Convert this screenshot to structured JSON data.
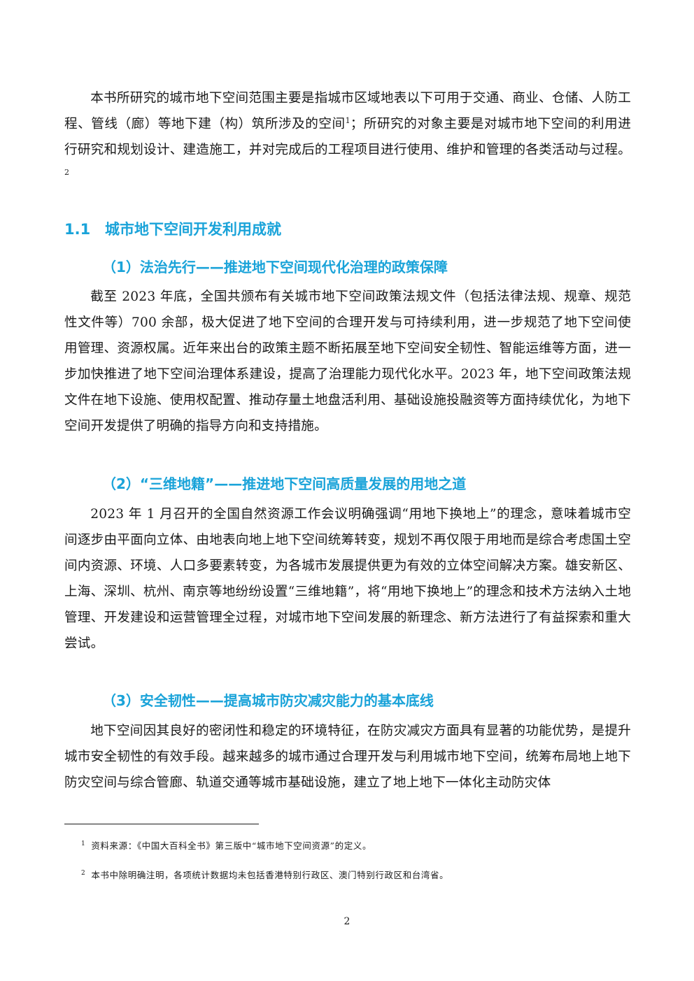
{
  "paragraphs": {
    "intro_a": "本书所研究的城市地下空间范围主要是指城市区域地表以下可用于交通、商业、仓储、人防工程、管线（廊）等地下建（构）筑所涉及的空间",
    "intro_fn1": "1",
    "intro_b": "；所研究的对象主要是对城市地下空间的利用进行研究和规划设计、建造施工，并对完成后的工程项目进行使用、维护和管理的各类活动与过程。",
    "intro_fn2": "2",
    "p1": "截至 2023 年底，全国共颁布有关城市地下空间政策法规文件（包括法律法规、规章、规范性文件等）700 余部，极大促进了地下空间的合理开发与可持续利用，进一步规范了地下空间使用管理、资源权属。近年来出台的政策主题不断拓展至地下空间安全韧性、智能运维等方面，进一步加快推进了地下空间治理体系建设，提高了治理能力现代化水平。2023 年，地下空间政策法规文件在地下设施、使用权配置、推动存量土地盘活利用、基础设施投融资等方面持续优化，为地下空间开发提供了明确的指导方向和支持措施。",
    "p2": "2023 年 1 月召开的全国自然资源工作会议明确强调“用地下换地上”的理念，意味着城市空间逐步由平面向立体、由地表向地上地下空间统筹转变，规划不再仅限于用地而是综合考虑国土空间内资源、环境、人口多要素转变，为各城市发展提供更为有效的立体空间解决方案。雄安新区、上海、深圳、杭州、南京等地纷纷设置“三维地籍”，将“用地下换地上”的理念和技术方法纳入土地管理、开发建设和运营管理全过程，对城市地下空间发展的新理念、新方法进行了有益探索和重大尝试。",
    "p3": "地下空间因其良好的密闭性和稳定的环境特征，在防灾减灾方面具有显著的功能优势，是提升城市安全韧性的有效手段。越来越多的城市通过合理开发与利用城市地下空间，统筹布局地上地下防灾空间与综合管廊、轨道交通等城市基础设施，建立了地上地下一体化主动防灾体"
  },
  "section": {
    "number": "1.1",
    "title": "城市地下空间开发利用成就"
  },
  "subsections": [
    "（1）法治先行——推进地下空间现代化治理的政策保障",
    "（2）“三维地籍”——推进地下空间高质量发展的用地之道",
    "（3）安全韧性——提高城市防灾减灾能力的基本底线"
  ],
  "footnotes": [
    {
      "mark": "1",
      "text": "资料来源：《中国大百科全书》第三版中“城市地下空间资源”的定义。"
    },
    {
      "mark": "2",
      "text": "本书中除明确注明，各项统计数据均未包括香港特别行政区、澳门特别行政区和台湾省。"
    }
  ],
  "page_number": "2",
  "colors": {
    "heading": "#1aa3d9",
    "text": "#1a1a1a"
  }
}
